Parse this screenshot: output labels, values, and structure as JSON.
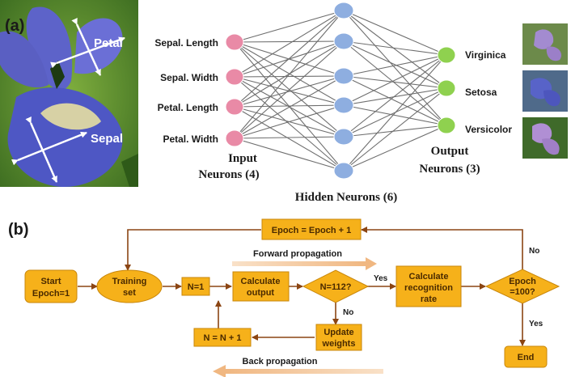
{
  "panel_a": {
    "label": "(a)",
    "photo_labels": {
      "petal": "Petal",
      "sepal": "Sepal"
    },
    "inputs": [
      "Sepal. Length",
      "Sepal. Width",
      "Petal. Length",
      "Petal. Width"
    ],
    "outputs": [
      "Virginica",
      "Setosa",
      "Versicolor"
    ],
    "input_caption_1": "Input",
    "input_caption_2": "Neurons (4)",
    "hidden_caption": "Hidden Neurons (6)",
    "output_caption_1": "Output",
    "output_caption_2": "Neurons (3)",
    "hidden_count": 6,
    "colors": {
      "input": "#e98aa6",
      "hidden": "#8eaee0",
      "output": "#8fd14f",
      "edge": "#6e6e6e"
    }
  },
  "panel_b": {
    "label": "(b)",
    "start_1": "Start",
    "start_2": "Epoch=1",
    "training_1": "Training",
    "training_2": "set",
    "n1": "N=1",
    "calc_out_1": "Calculate",
    "calc_out_2": "output",
    "n112": "N=112?",
    "yes1": "Yes",
    "no1": "No",
    "calc_rate_1": "Calculate",
    "calc_rate_2": "recognition",
    "calc_rate_3": "rate",
    "epoch_q_1": "Epoch",
    "epoch_q_2": "=100?",
    "no2": "No",
    "yes2": "Yes",
    "end": "End",
    "update_1": "Update",
    "update_2": "weights",
    "n_inc": "N = N + 1",
    "epoch_inc": "Epoch = Epoch + 1",
    "forward": "Forward propagation",
    "back": "Back propagation",
    "colors": {
      "box": "#f6b11a",
      "border": "#c8860a",
      "arrow": "#8b4513",
      "band": "#f2c79a"
    }
  }
}
